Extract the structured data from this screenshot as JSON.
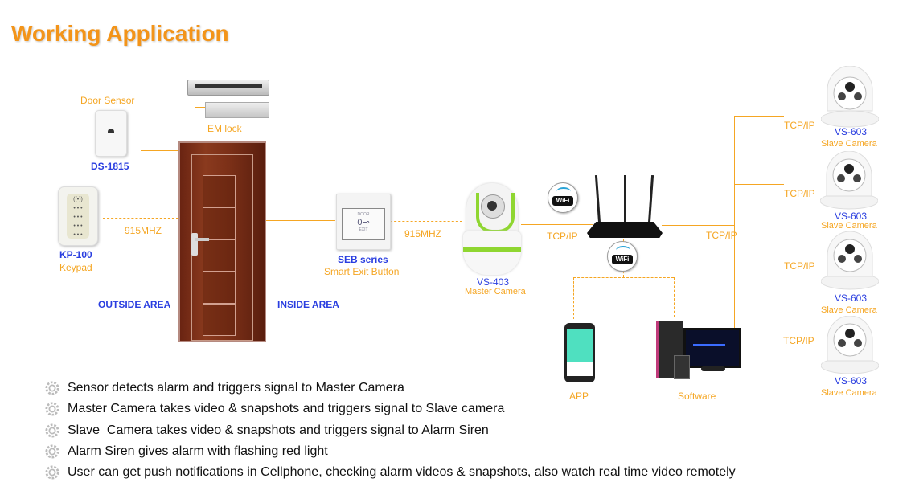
{
  "title": "Working Application",
  "devices": {
    "door_sensor": {
      "label": "Door Sensor",
      "model": "DS-1815"
    },
    "em_lock": {
      "label": "EM lock"
    },
    "keypad": {
      "model": "KP-100",
      "label": "Keypad",
      "link": "915MHZ"
    },
    "exit_button": {
      "model": "SEB series",
      "label": "Smart Exit Button",
      "link": "915MHZ",
      "face_text_top": "DOOR",
      "face_text_bottom": "EXIT"
    },
    "master_camera": {
      "model": "VS-403",
      "label": "Master Camera",
      "link": "TCP/IP"
    },
    "router": {
      "link": "TCP/IP",
      "wifi_badge": "WiFi"
    },
    "app": {
      "label": "APP"
    },
    "software": {
      "label": "Software"
    },
    "slave_cameras": [
      {
        "model": "VS-603",
        "label": "Slave Camera",
        "link": "TCP/IP"
      },
      {
        "model": "VS-603",
        "label": "Slave Camera",
        "link": "TCP/IP"
      },
      {
        "model": "VS-603",
        "label": "Slave Camera",
        "link": "TCP/IP"
      },
      {
        "model": "VS-603",
        "label": "Slave Camera",
        "link": "TCP/IP"
      }
    ]
  },
  "areas": {
    "outside": "OUTSIDE AREA",
    "inside": "INSIDE AREA"
  },
  "bullets": [
    "Sensor detects alarm and triggers signal to Master Camera",
    "Master Camera takes video & snapshots and triggers signal to Slave camera",
    "Slave  Camera takes video & snapshots and triggers signal to Alarm Siren",
    "Alarm Siren gives alarm with flashing red light",
    "User can get push notifications in Cellphone, checking alarm videos & snapshots, also watch real time video remotely"
  ],
  "colors": {
    "accent": "#f5a623",
    "model_blue": "#2a3ee0",
    "title": "#f39419"
  }
}
